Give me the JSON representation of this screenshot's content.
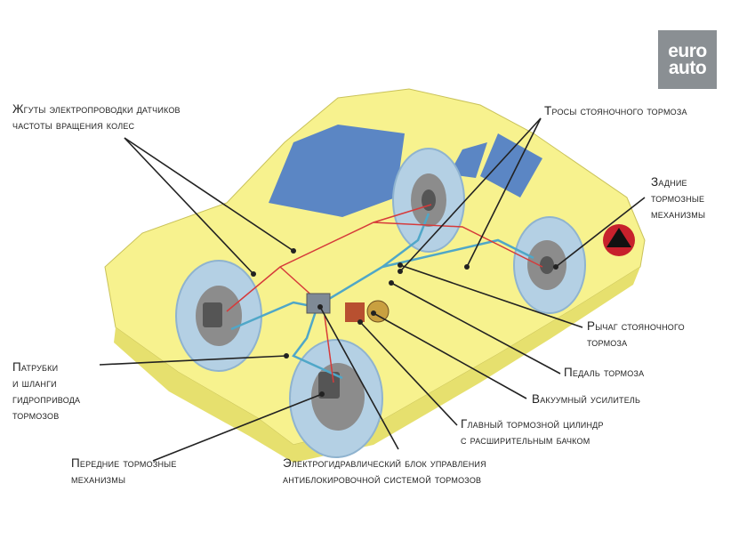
{
  "logo": {
    "line1": "euro",
    "line2": "auto"
  },
  "labels": {
    "wheel_sensor_harness_1": "Жгуты электропроводки датчиков",
    "wheel_sensor_harness_2": "частоты вращения колес",
    "parking_cables": "Тросы стояночного тормоза",
    "rear_brakes_1": "Задние",
    "rear_brakes_2": "тормозные",
    "rear_brakes_3": "механизмы",
    "parking_lever_1": "Рычаг стояночного",
    "parking_lever_2": "тормоза",
    "brake_pedal": "Педаль тормоза",
    "vacuum_booster": "Вакуумный усилитель",
    "master_cylinder_1": "Главный тормозной цилиндр",
    "master_cylinder_2": "с расширительным бачком",
    "abs_unit_1": "Электрогидравлический блок управления",
    "abs_unit_2": "антиблокировочной системой тормозов",
    "front_brakes_1": "Передние тормозные",
    "front_brakes_2": "механизмы",
    "hydraulic_lines_1": "Патрубки",
    "hydraulic_lines_2": "и шланги",
    "hydraulic_lines_3": "гидропривода",
    "hydraulic_lines_4": "тормозов"
  },
  "colors": {
    "body": "#f7f28e",
    "body_shadow": "#e6e06e",
    "glass": "#5b86c4",
    "tire": "#b4d0e4",
    "disc": "#8c8c8c",
    "hydraulic_line": "#4fa7c8",
    "wiring": "#d63a3a",
    "leader": "#222222"
  }
}
